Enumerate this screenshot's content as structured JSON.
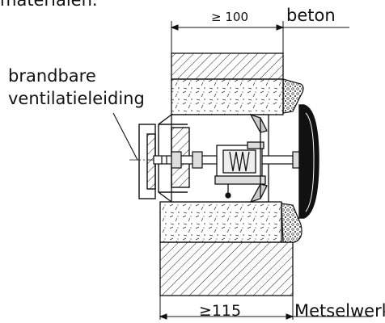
{
  "labels": {
    "cut_text": "materialen.",
    "flammable_line1": "brandbare",
    "flammable_line2": "ventilatieleiding",
    "concrete": "beton",
    "masonry": "Metselwerk",
    "dim_top": "≥ 100",
    "dim_bottom": "≥115"
  },
  "colors": {
    "line": "#111111",
    "background": "#ffffff"
  }
}
